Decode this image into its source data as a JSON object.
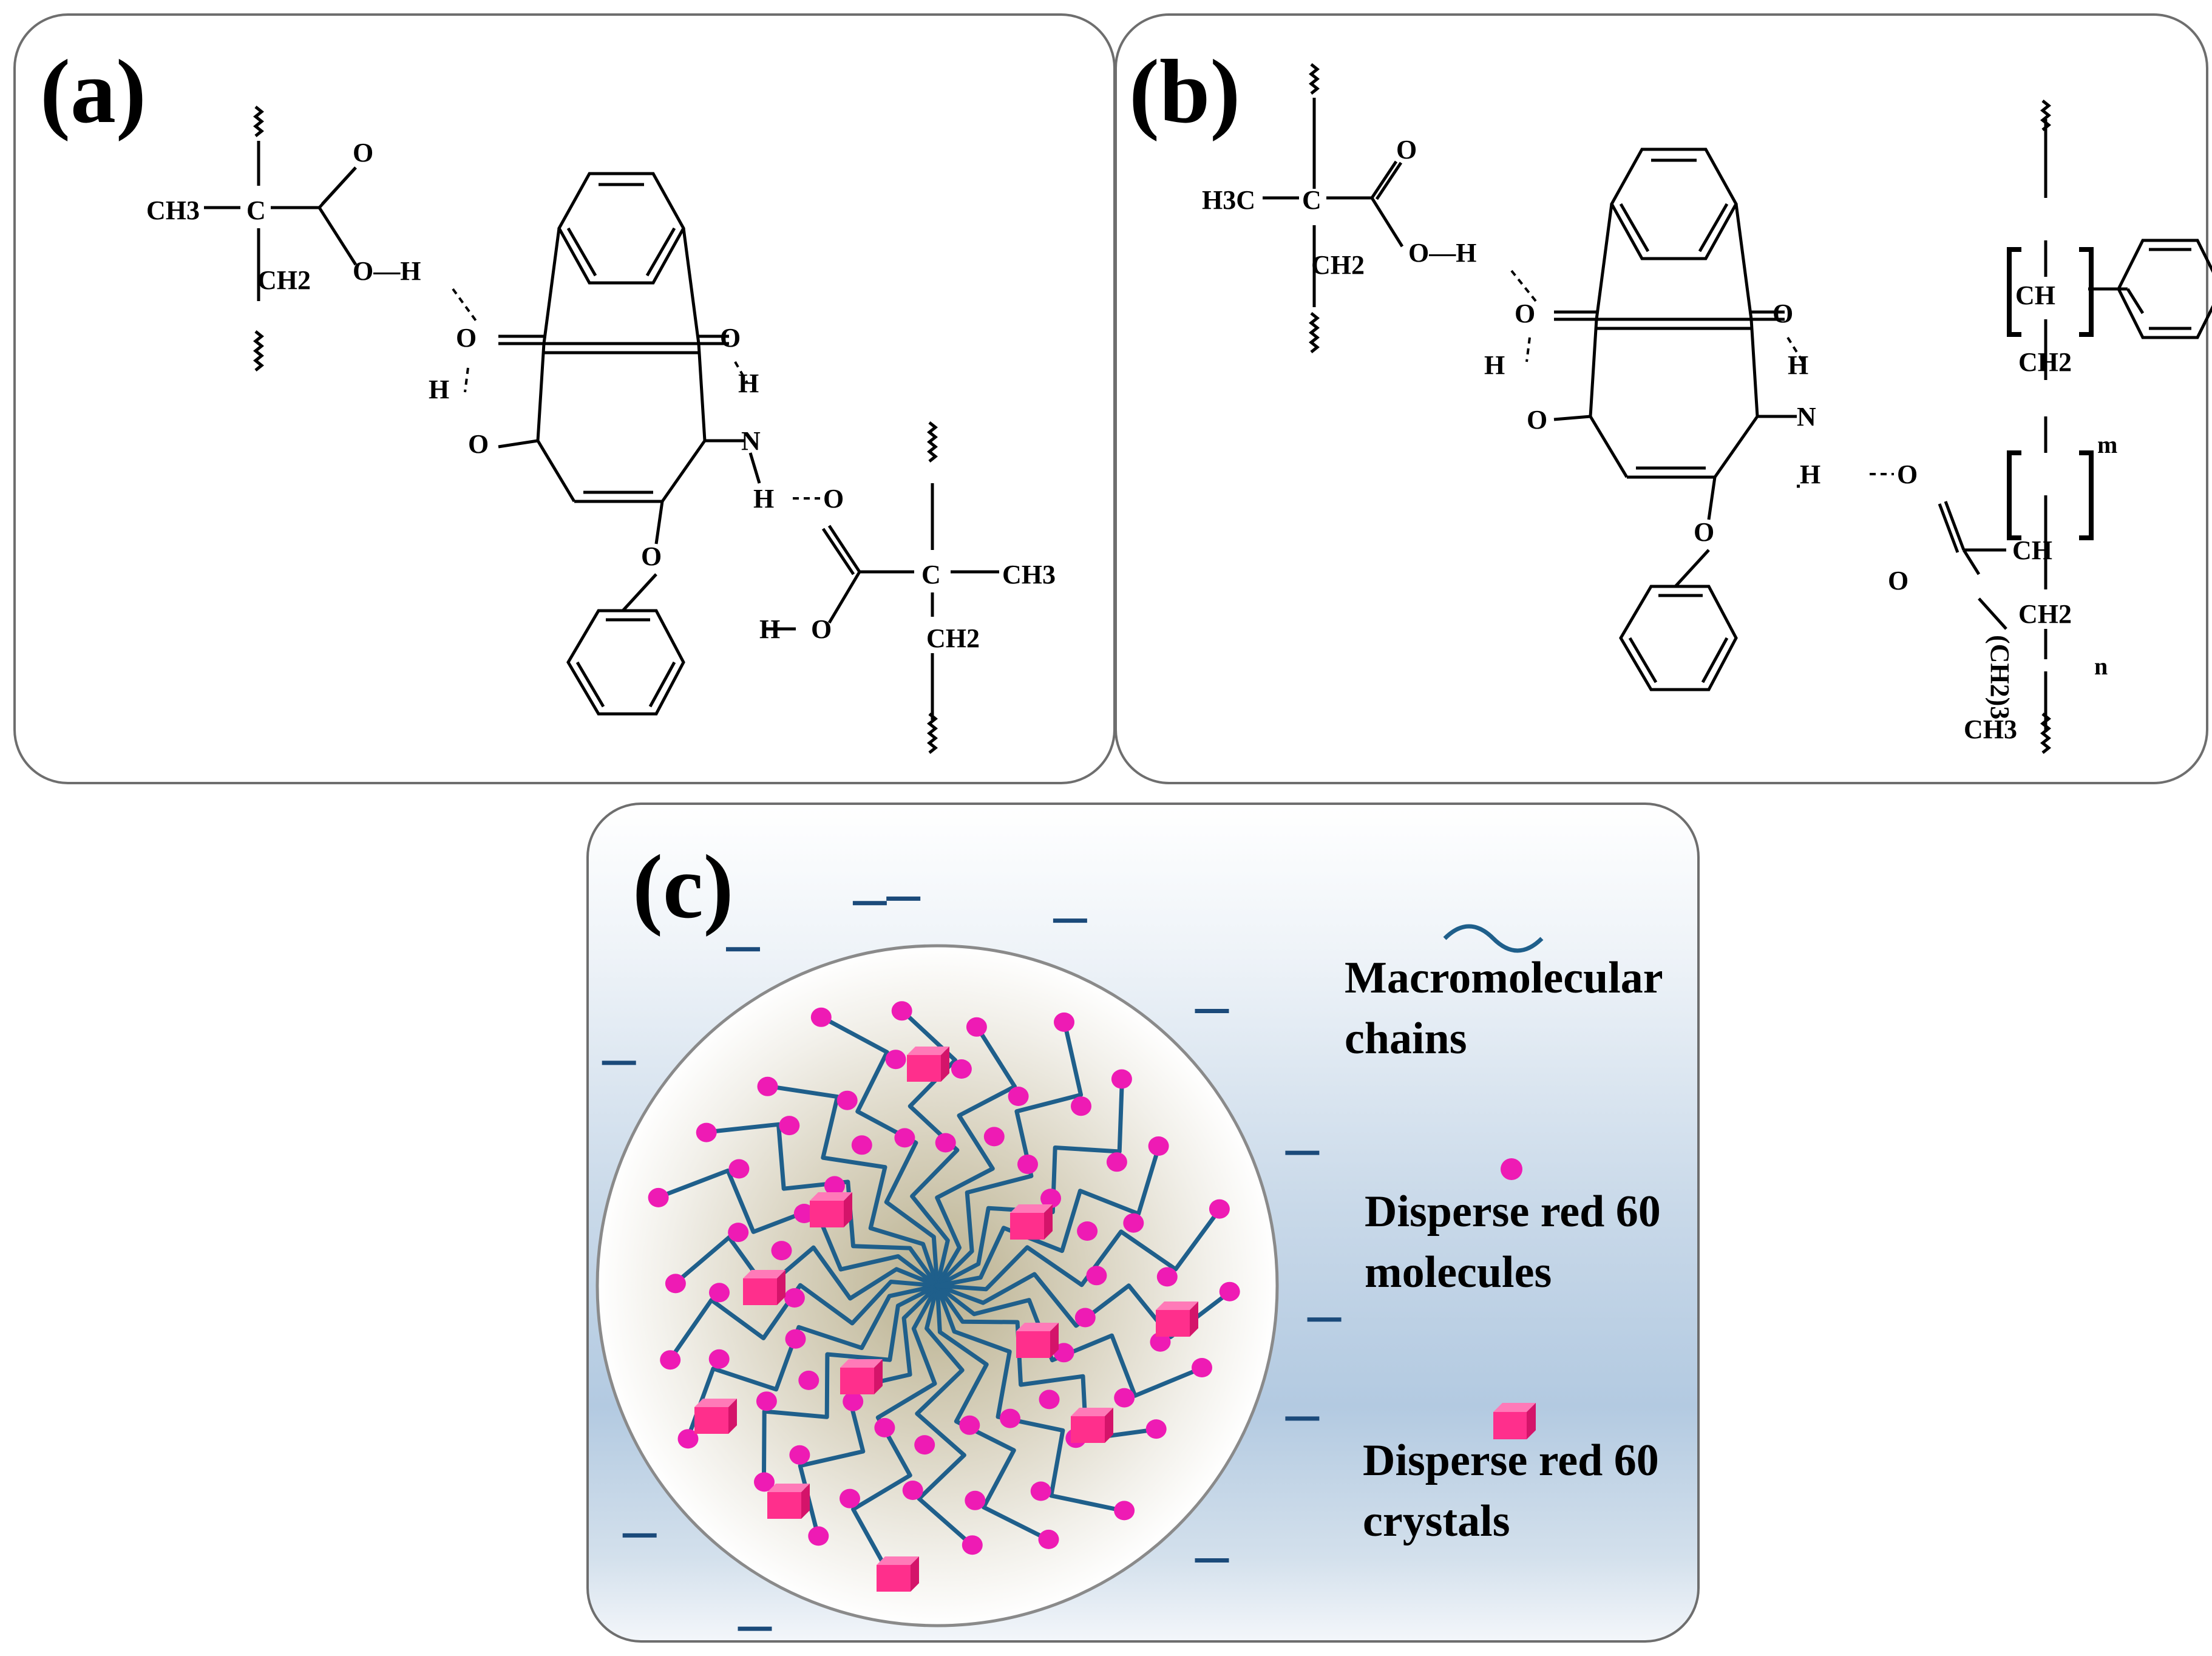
{
  "panels": {
    "a": {
      "label": "(a)"
    },
    "b": {
      "label": "(b)"
    },
    "c": {
      "label": "(c)"
    }
  },
  "atoms": {
    "ch3": "CH3",
    "h3c": "H3C",
    "c": "C",
    "ch2": "CH2",
    "ch": "CH",
    "o": "O",
    "h": "H",
    "n": "N",
    "oh": "O—H",
    "ho": "H—O",
    "ch2_3": "(CH2)3",
    "m": "m",
    "n_sub": "n"
  },
  "legend": {
    "chains": [
      "Macromolecular",
      "chains"
    ],
    "molecules": [
      "Disperse red 60",
      "molecules"
    ],
    "crystals": [
      "Disperse red 60",
      "crystals"
    ]
  },
  "colors": {
    "chain": "#1f5f8b",
    "dye": "#ee1bb4",
    "crystal": "#ff2f8c",
    "charge": "#1b4a7a",
    "panel_border": "#6e6e6e"
  }
}
